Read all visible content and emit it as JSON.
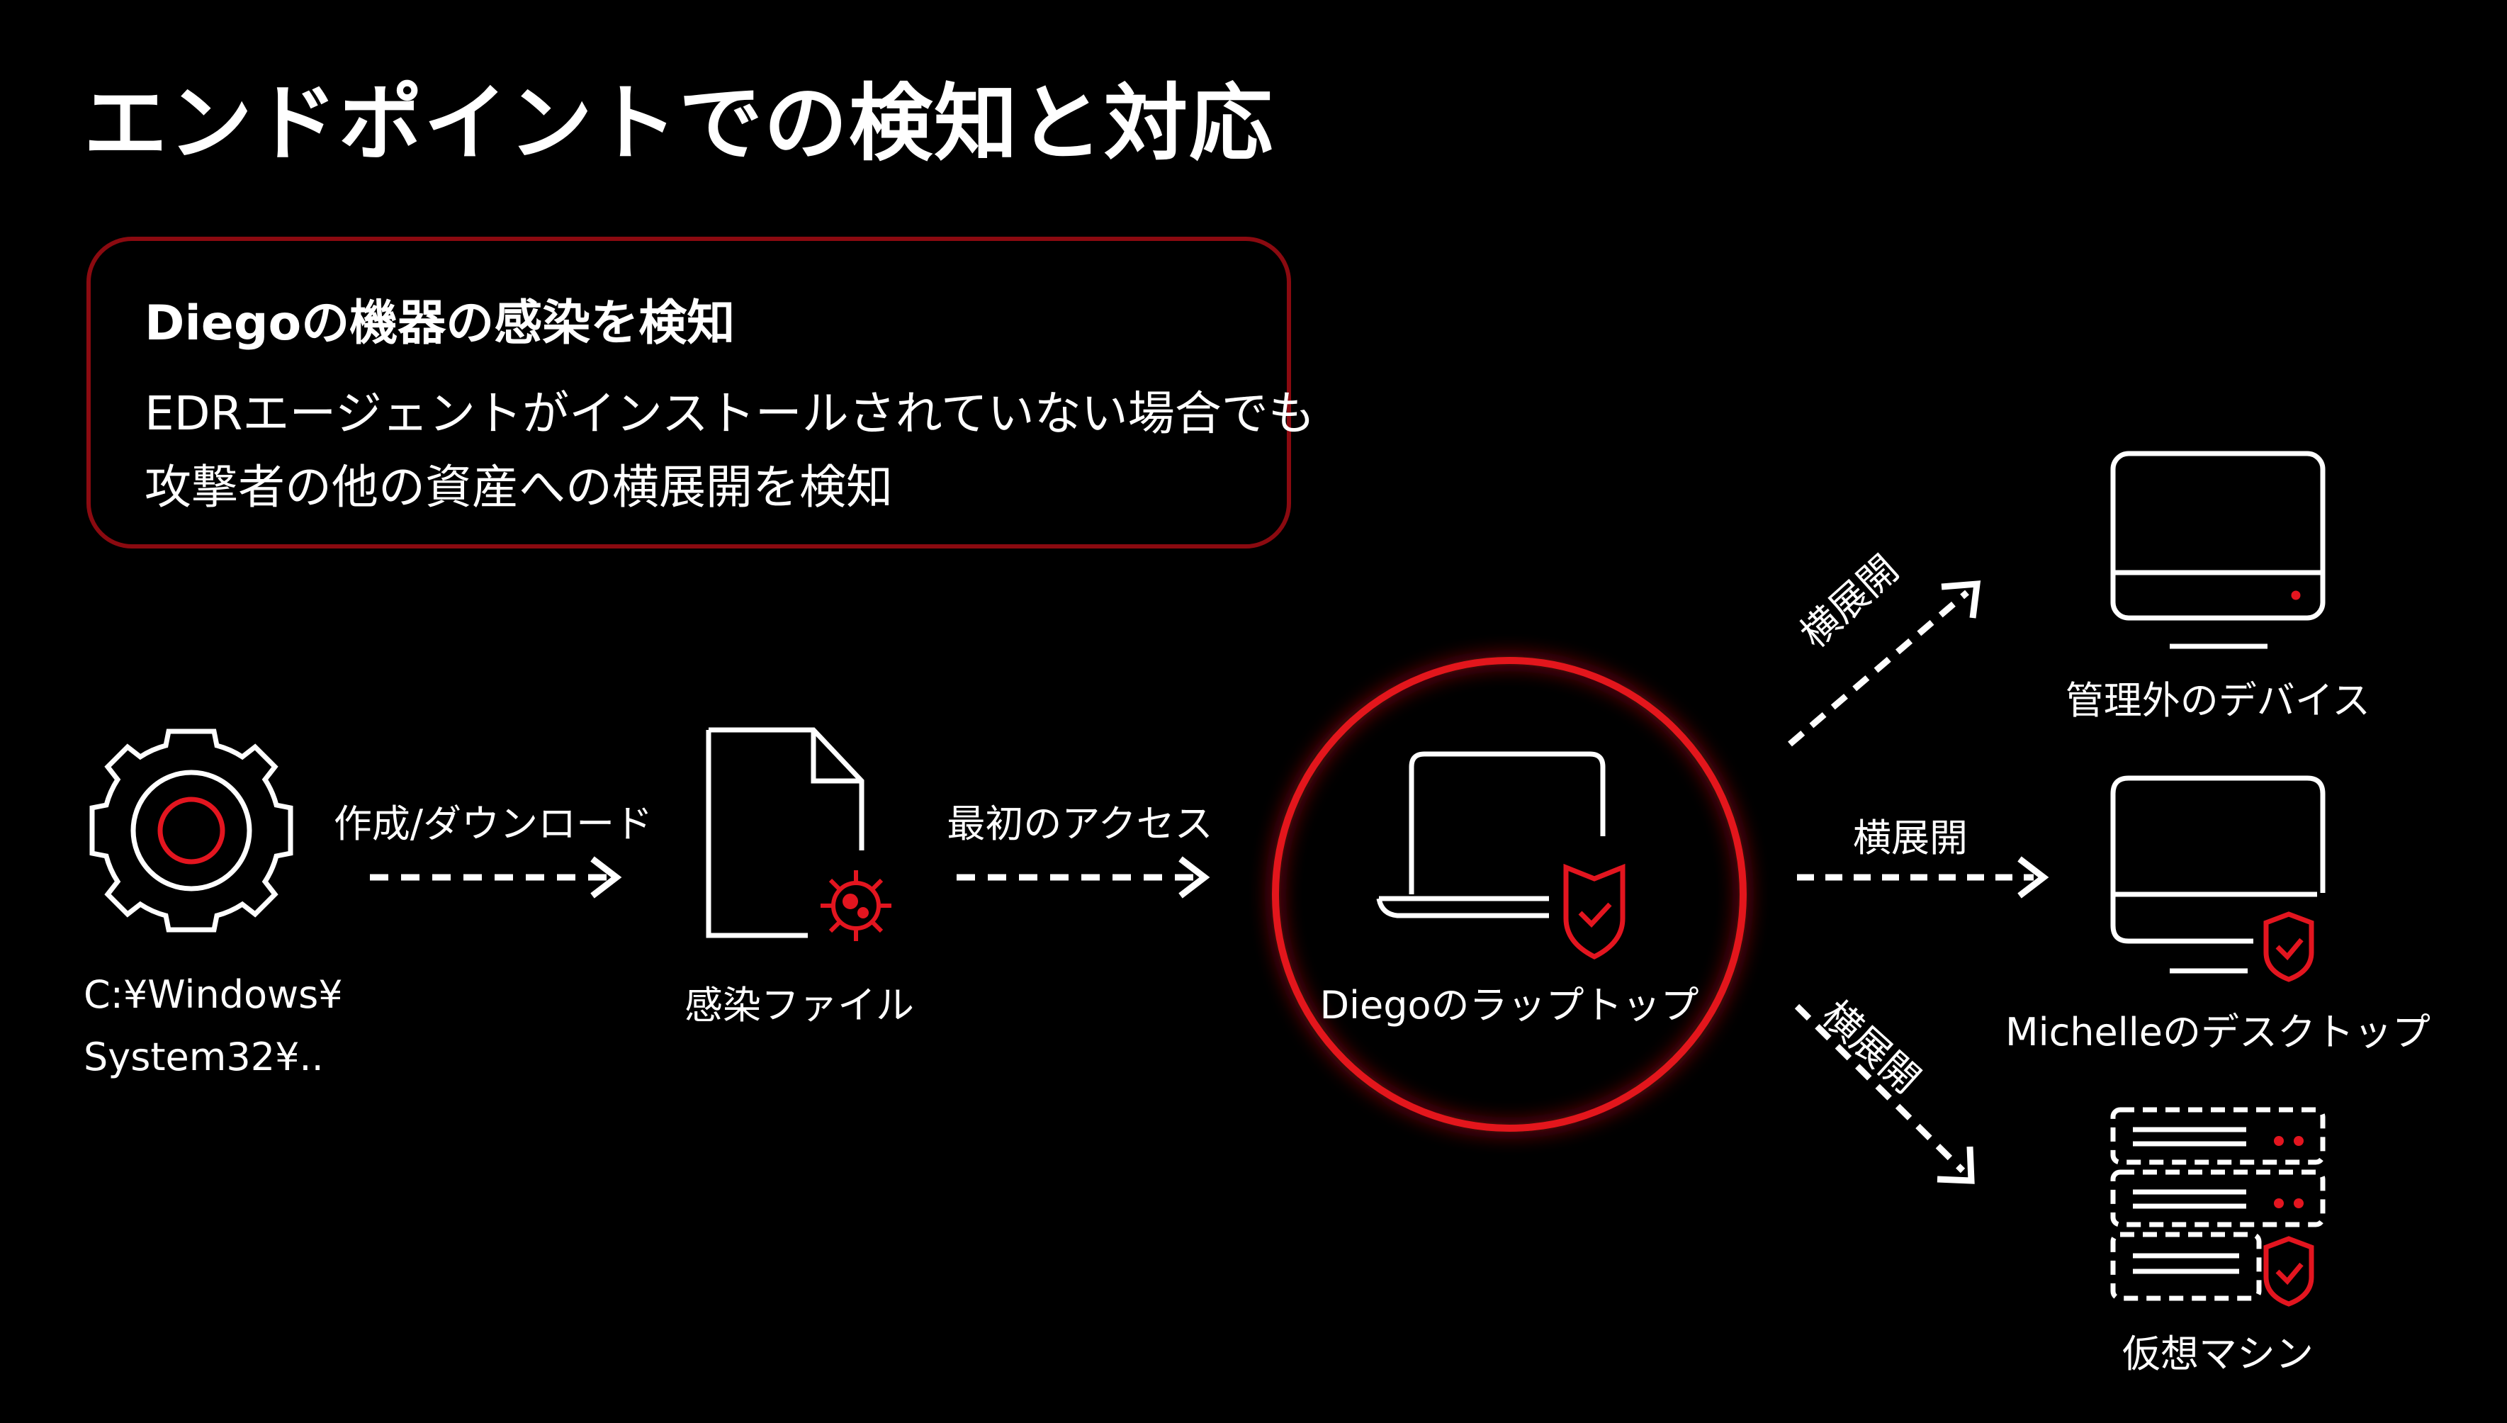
{
  "header": {
    "title": "エンドポイントでの検知と対応"
  },
  "callout": {
    "heading": "Diegoの機器の感染を検知",
    "lines": [
      "EDRエージェントがインストールされていない場合でも",
      "攻撃者の他の資産への横展開を検知"
    ]
  },
  "nodes": {
    "system": {
      "lines": [
        "C:¥Windows¥",
        "System32¥.."
      ],
      "icon": "gear-icon"
    },
    "file": {
      "label": "感染ファイル",
      "icon": "infected-file-icon"
    },
    "laptop": {
      "label": "Diegoのラップトップ",
      "icon": "laptop-shield-icon"
    },
    "unmanaged": {
      "label": "管理外のデバイス",
      "icon": "monitor-icon"
    },
    "desktop": {
      "label": "Michelleのデスクトップ",
      "icon": "monitor-shield-icon"
    },
    "vm": {
      "label": "仮想マシン",
      "icon": "server-shield-icon"
    }
  },
  "edges": {
    "download": "作成/ダウンロード",
    "access": "最初のアクセス",
    "lateral_up": "横展開",
    "lateral_mid": "横展開",
    "lateral_down": "横展開"
  },
  "colors": {
    "accent": "#e3151f",
    "border": "#8b0a10",
    "background": "#000000",
    "foreground": "#ffffff"
  }
}
